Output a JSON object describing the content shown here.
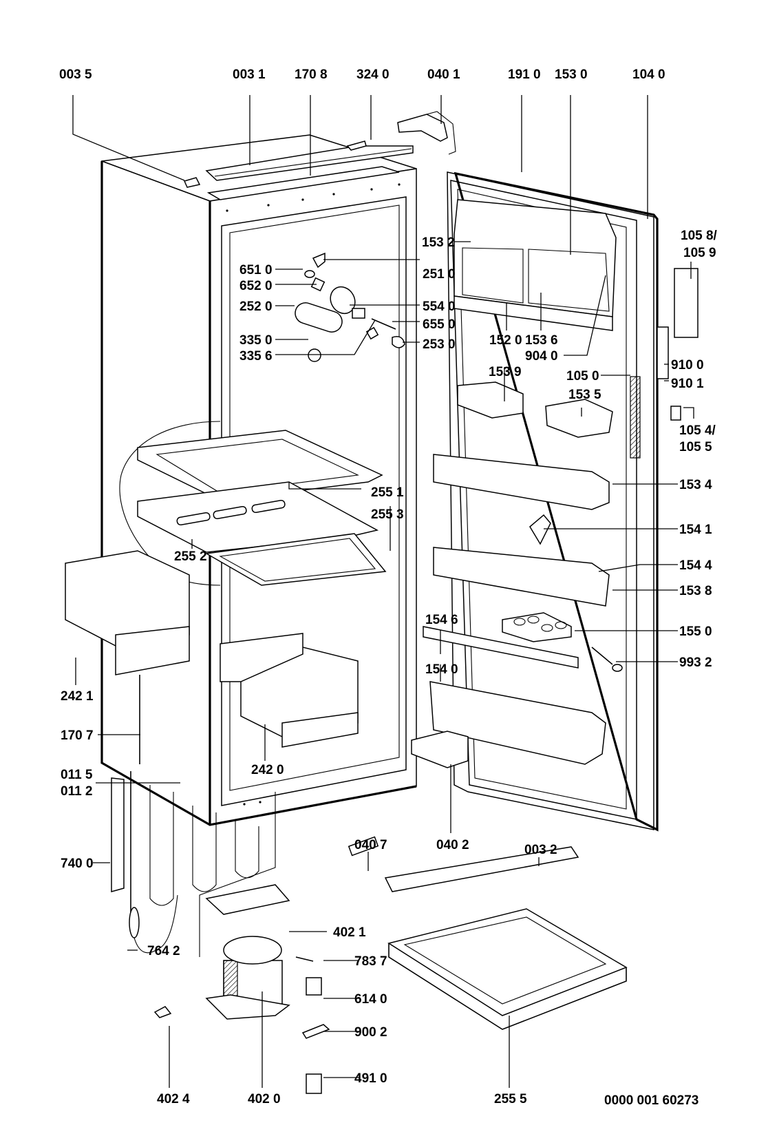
{
  "diagram": {
    "type": "exploded parts diagram",
    "subject": "refrigerator (integrated, single door)",
    "document_code": "0000 001 60273",
    "labels": {
      "l0035": "003 5",
      "l0031": "003 1",
      "l1708": "170 8",
      "l3240": "324 0",
      "l0401": "040 1",
      "l1910": "191 0",
      "l1530": "153 0",
      "l1040": "104 0",
      "l1532": "153 2",
      "l1058": "105 8/",
      "l1059": "105 9",
      "l6510": "651 0",
      "l2510": "251 0",
      "l6520": "652 0",
      "l5540": "554 0",
      "l2520": "252 0",
      "l6550": "655 0",
      "l2530": "253 0",
      "l3350": "335 0",
      "l3356": "335 6",
      "l1520": "152 0",
      "l1536": "153 6",
      "l9040": "904 0",
      "l1539": "153 9",
      "l1050": "105 0",
      "l1535": "153 5",
      "l9100": "910 0",
      "l9101": "910 1",
      "l1054": "105 4/",
      "l1055": "105 5",
      "l2551": "255 1",
      "l2553": "255 3",
      "l2552": "255 2",
      "l1534": "153 4",
      "l1541": "154 1",
      "l1544": "154 4",
      "l1538": "153 8",
      "l1546": "154 6",
      "l1550": "155 0",
      "l9932": "993 2",
      "l2421": "242 1",
      "l1540": "154 0",
      "l1707": "170 7",
      "l2420": "242 0",
      "l0115": "011 5",
      "l0112": "011 2",
      "l0407": "040 7",
      "l0402": "040 2",
      "l0032": "003 2",
      "l7400": "740 0",
      "l4021": "402 1",
      "l7642": "764 2",
      "l7837": "783 7",
      "l6140": "614 0",
      "l9002": "900 2",
      "l4910": "491 0",
      "l4024": "402 4",
      "l4020": "402 0",
      "l2555": "255 5",
      "l_doc": "0000 001 60273"
    }
  }
}
